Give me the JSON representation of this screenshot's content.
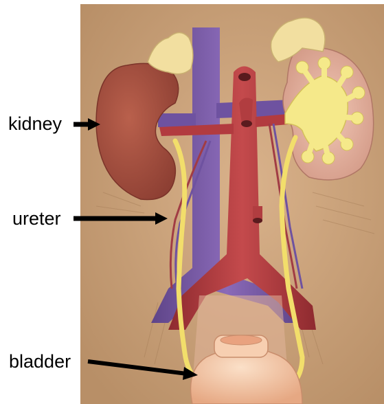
{
  "labels": {
    "kidney": "kidney",
    "ureter": "ureter",
    "bladder": "bladder"
  },
  "colors": {
    "background": "#c9a37c",
    "kidney_left": "#a8503f",
    "kidney_right_cortex": "#e8b7a6",
    "renal_pelvis": "#f5e98a",
    "vena_cava": "#7a5aa8",
    "aorta": "#b53b3e",
    "ureter": "#f2de6b",
    "adrenal": "#f3e2a2",
    "bladder": "#f6c9a8",
    "arrow": "#000000"
  }
}
